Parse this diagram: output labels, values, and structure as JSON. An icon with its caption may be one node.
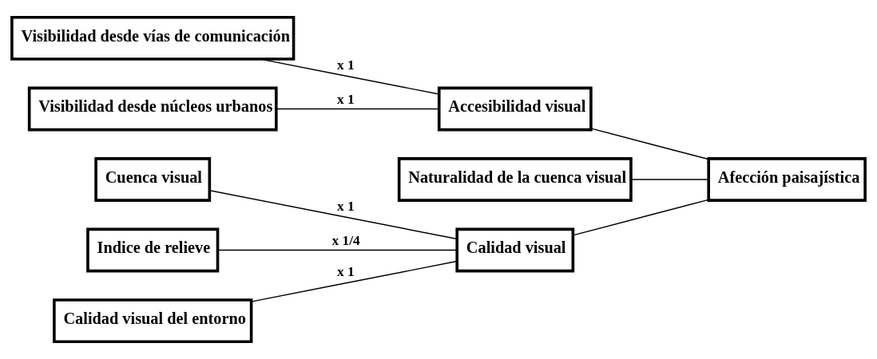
{
  "diagram": {
    "nodes": [
      {
        "text": [
          "Cuenca visual"
        ]
      },
      {
        "text": [
          "Indice de relieve"
        ]
      },
      {
        "text": [
          "Calidad visual del entorno"
        ]
      },
      {
        "text": [
          "Calidad visual"
        ]
      },
      {
        "text": [
          "Naturalidad de la cuenca visual"
        ]
      },
      {
        "text": [
          "Afección paisajística"
        ]
      },
      {
        "text": [
          "Visibilidad desde núcleos urbanos"
        ]
      },
      {
        "text": [
          "Accesibilidad visual"
        ]
      },
      {
        "text": [
          "Visibilidad desde vías de comunicación"
        ]
      }
    ],
    "edges": [
      {
        "from": 0,
        "to": 3,
        "arrow": "none",
        "label": "x 1"
      },
      {
        "from": 1,
        "to": 3,
        "arrow": "none",
        "label": "x 1/4"
      },
      {
        "from": 2,
        "to": 3,
        "arrow": "none",
        "label": "x 1"
      },
      {
        "from": 3,
        "to": 5,
        "arrow": "none"
      },
      {
        "from": 4,
        "to": 5,
        "arrow": "none"
      },
      {
        "from": 7,
        "to": 5,
        "arrow": "none"
      },
      {
        "from": 6,
        "to": 7,
        "arrow": "none",
        "label": "x 1"
      },
      {
        "from": 8,
        "to": 7,
        "arrow": "none",
        "label": "x 1"
      }
    ]
  }
}
